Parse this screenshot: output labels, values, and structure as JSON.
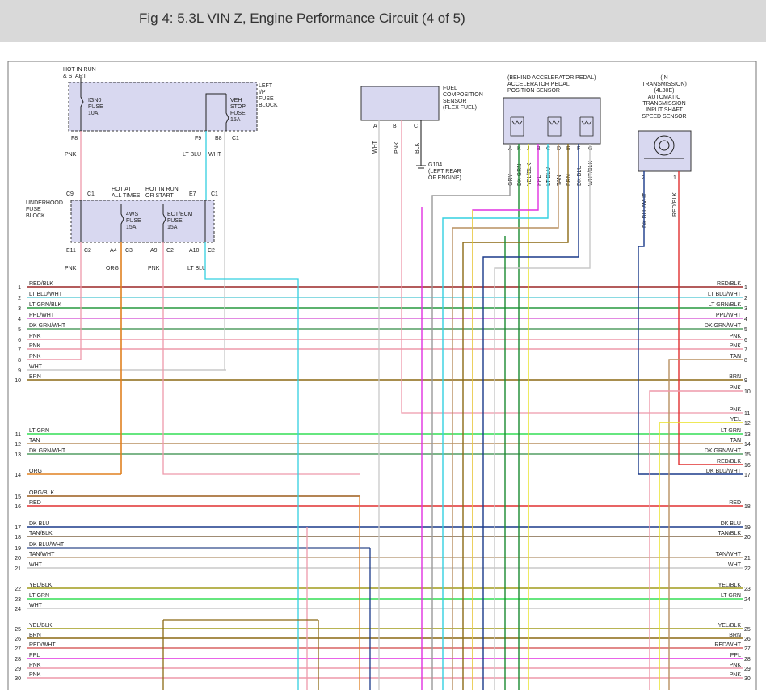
{
  "title": "Fig 4: 5.3L VIN Z, Engine Performance Circuit (4 of 5)",
  "colors": {
    "RED": "#e03030",
    "LTBLU": "#33d0e0",
    "LTGRN": "#33dd55",
    "PPL": "#e030e0",
    "DKGRN": "#1a8a30",
    "PNK": "#ee99aa",
    "WHT": "#c8c8c8",
    "BRN": "#8b6914",
    "TAN": "#b89060",
    "ORG": "#e08020",
    "DKBLU": "#1a3a8a",
    "YEL": "#e8e020",
    "GRY": "#999999",
    "BLK": "#111111",
    "box": "#d8d8f0"
  },
  "blocks": {
    "fuse_block_ip": {
      "hot_label": [
        "HOT IN RUN",
        "& START"
      ],
      "name_label": [
        "LEFT",
        "I/P",
        "FUSE",
        "BLOCK"
      ],
      "fuse1": [
        "IGN0",
        "FUSE",
        "10A"
      ],
      "fuse2": [
        "VEH",
        "STOP",
        "FUSE",
        "15A"
      ],
      "pins": [
        "F8",
        "F9",
        "B8",
        "C1"
      ],
      "wire_labels": [
        "PNK",
        "LT BLU",
        "WHT"
      ]
    },
    "underhood": {
      "name_label": [
        "UNDERHOOD",
        "FUSE",
        "BLOCK"
      ],
      "top_pins": [
        "C9",
        "C1",
        "E7",
        "C1"
      ],
      "hot1": [
        "HOT AT",
        "ALL TIMES"
      ],
      "hot2": [
        "HOT IN RUN",
        "OR START"
      ],
      "fuse1": [
        "4WS",
        "FUSE",
        "15A"
      ],
      "fuse2": [
        "ECT/ECM",
        "FUSE",
        "15A"
      ],
      "bottom_pins": [
        "E11",
        "C2",
        "A4",
        "C3",
        "A9",
        "C2",
        "A10",
        "C2"
      ],
      "wire_labels": [
        "PNK",
        "ORG",
        "PNK",
        "LT BLU"
      ]
    },
    "fuel_sensor": {
      "label": [
        "FUEL",
        "COMPOSITION",
        "SENSOR",
        "(FLEX FUEL)"
      ],
      "pins": [
        "A",
        "B",
        "C"
      ],
      "wires": [
        "WHT",
        "PNK",
        "BLK"
      ],
      "ground": [
        "G104",
        "(LEFT REAR",
        "OF ENGINE)"
      ]
    },
    "app_sensor": {
      "label": [
        "(BEHIND ACCELERATOR PEDAL)",
        "ACCELERATOR PEDAL",
        "POSITION SENSOR"
      ],
      "pins": [
        "A",
        "K",
        "J",
        "B",
        "C",
        "D",
        "E",
        "F",
        "G"
      ],
      "wires": [
        "GRY",
        "DK GRN",
        "YEL/BLK",
        "PPL",
        "LT BLU",
        "TAN",
        "BRN",
        "DK BLU",
        "WHT/BLK"
      ]
    },
    "speed_sensor": {
      "label": [
        "(IN",
        "TRANSMISSION)",
        "(4L80E)",
        "AUTOMATIC",
        "TRANSMISSION",
        "INPUT SHAFT",
        "SPEED SENSOR"
      ],
      "pins": [
        "2",
        "1"
      ],
      "wires": [
        "DK BLU/WHT",
        "RED/BLK"
      ]
    }
  },
  "left_rows": [
    {
      "n": "1",
      "label": "RED/BLK"
    },
    {
      "n": "2",
      "label": "LT BLU/WHT"
    },
    {
      "n": "3",
      "label": "LT GRN/BLK"
    },
    {
      "n": "4",
      "label": "PPL/WHT"
    },
    {
      "n": "5",
      "label": "DK GRN/WHT"
    },
    {
      "n": "6",
      "label": "PNK"
    },
    {
      "n": "7",
      "label": "PNK"
    },
    {
      "n": "8",
      "label": "PNK"
    },
    {
      "n": "9",
      "label": "WHT"
    },
    {
      "n": "10",
      "label": "BRN"
    },
    {
      "n": "11",
      "label": "LT GRN"
    },
    {
      "n": "12",
      "label": "TAN"
    },
    {
      "n": "13",
      "label": "DK GRN/WHT"
    },
    {
      "n": "14",
      "label": "ORG"
    },
    {
      "n": "15",
      "label": "ORG/BLK"
    },
    {
      "n": "16",
      "label": "RED"
    },
    {
      "n": "17",
      "label": "DK BLU"
    },
    {
      "n": "18",
      "label": "TAN/BLK"
    },
    {
      "n": "19",
      "label": "DK BLU/WHT"
    },
    {
      "n": "20",
      "label": "TAN/WHT"
    },
    {
      "n": "21",
      "label": "WHT"
    },
    {
      "n": "22",
      "label": "YEL/BLK"
    },
    {
      "n": "23",
      "label": "LT GRN"
    },
    {
      "n": "24",
      "label": "WHT"
    },
    {
      "n": "25",
      "label": "YEL/BLK"
    },
    {
      "n": "26",
      "label": "BRN"
    },
    {
      "n": "27",
      "label": "RED/WHT"
    },
    {
      "n": "28",
      "label": "PPL"
    },
    {
      "n": "29",
      "label": "PNK"
    },
    {
      "n": "30",
      "label": "PNK"
    }
  ],
  "right_rows": [
    {
      "n": "1",
      "label": "RED/BLK"
    },
    {
      "n": "2",
      "label": "LT BLU/WHT"
    },
    {
      "n": "3",
      "label": "LT GRN/BLK"
    },
    {
      "n": "4",
      "label": "PPL/WHT"
    },
    {
      "n": "5",
      "label": "DK GRN/WHT"
    },
    {
      "n": "6",
      "label": "PNK"
    },
    {
      "n": "7",
      "label": "PNK"
    },
    {
      "n": "8",
      "label": "TAN"
    },
    {
      "n": "9",
      "label": "BRN"
    },
    {
      "n": "10",
      "label": "PNK"
    },
    {
      "n": "11",
      "label": "PNK"
    },
    {
      "n": "12",
      "label": "YEL"
    },
    {
      "n": "13",
      "label": "LT GRN"
    },
    {
      "n": "14",
      "label": "TAN"
    },
    {
      "n": "15",
      "label": "DK GRN/WHT"
    },
    {
      "n": "16",
      "label": "RED/BLK"
    },
    {
      "n": "17",
      "label": "DK BLU/WHT"
    },
    {
      "n": "18",
      "label": "RED"
    },
    {
      "n": "19",
      "label": "DK BLU"
    },
    {
      "n": "20",
      "label": "TAN/BLK"
    },
    {
      "n": "21",
      "label": "TAN/WHT"
    },
    {
      "n": "22",
      "label": "WHT"
    },
    {
      "n": "23",
      "label": "YEL/BLK"
    },
    {
      "n": "24",
      "label": "LT GRN"
    },
    {
      "n": "25",
      "label": "YEL/BLK"
    },
    {
      "n": "26",
      "label": "BRN"
    },
    {
      "n": "27",
      "label": "RED/WHT"
    },
    {
      "n": "28",
      "label": "PPL"
    },
    {
      "n": "29",
      "label": "PNK"
    },
    {
      "n": "30",
      "label": "PNK"
    }
  ]
}
